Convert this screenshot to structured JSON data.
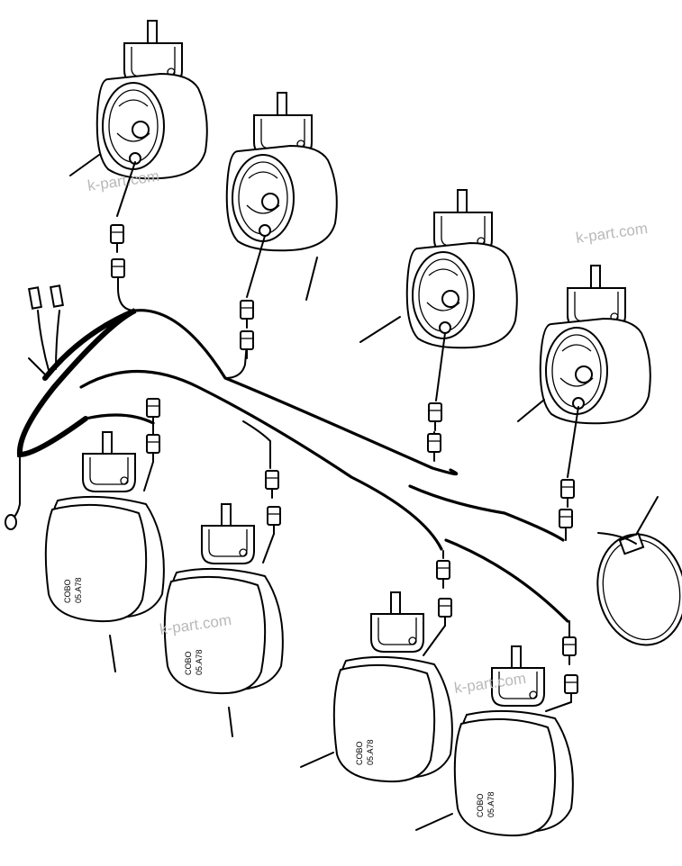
{
  "watermark": {
    "text": "k-part.com",
    "color": "#b9b9b9"
  },
  "lamp_marking": {
    "line1": "COBO",
    "line2": "05.A78"
  },
  "colors": {
    "ink": "#000000",
    "background": "#ffffff"
  }
}
